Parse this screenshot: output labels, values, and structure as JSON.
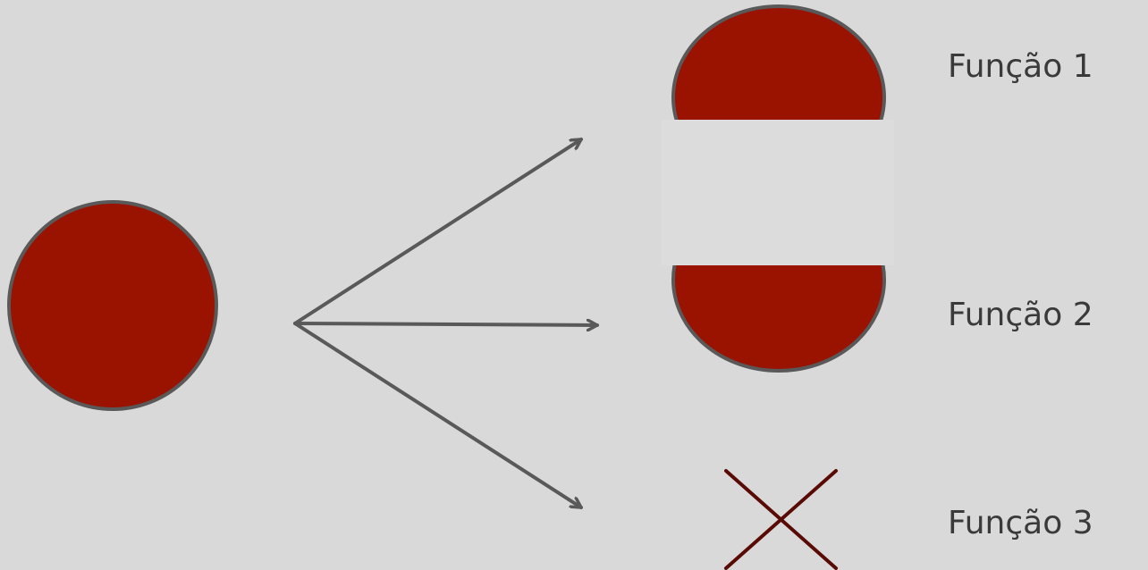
{
  "labels": {
    "function_1": "Função 1",
    "function_2": "Função 2",
    "function_3": "Função 3"
  },
  "colors": {
    "background": "#d9d9d9",
    "shape_fill": "#9a1200",
    "outline": "#595959",
    "arrow": "#595959",
    "cross": "#5a0a04",
    "split_gap": "#d9d9d9"
  }
}
